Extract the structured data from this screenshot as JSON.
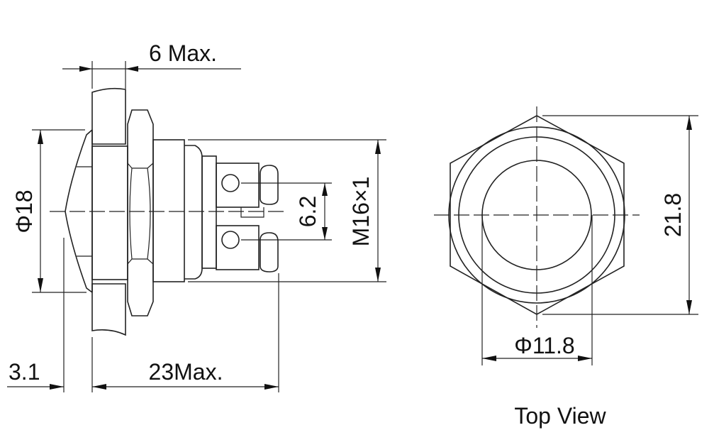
{
  "side_view": {
    "panel_thickness": "6 Max.",
    "cap_diameter": "Φ18",
    "thread": "M16×1",
    "terminal_pitch": "6.2",
    "cap_height": "3.1",
    "body_length": "23Max."
  },
  "top_view": {
    "hex_across_corners": "21.8",
    "button_diameter": "Φ11.8",
    "caption": "Top View"
  },
  "colors": {
    "line": "#222222",
    "background": "#ffffff"
  }
}
